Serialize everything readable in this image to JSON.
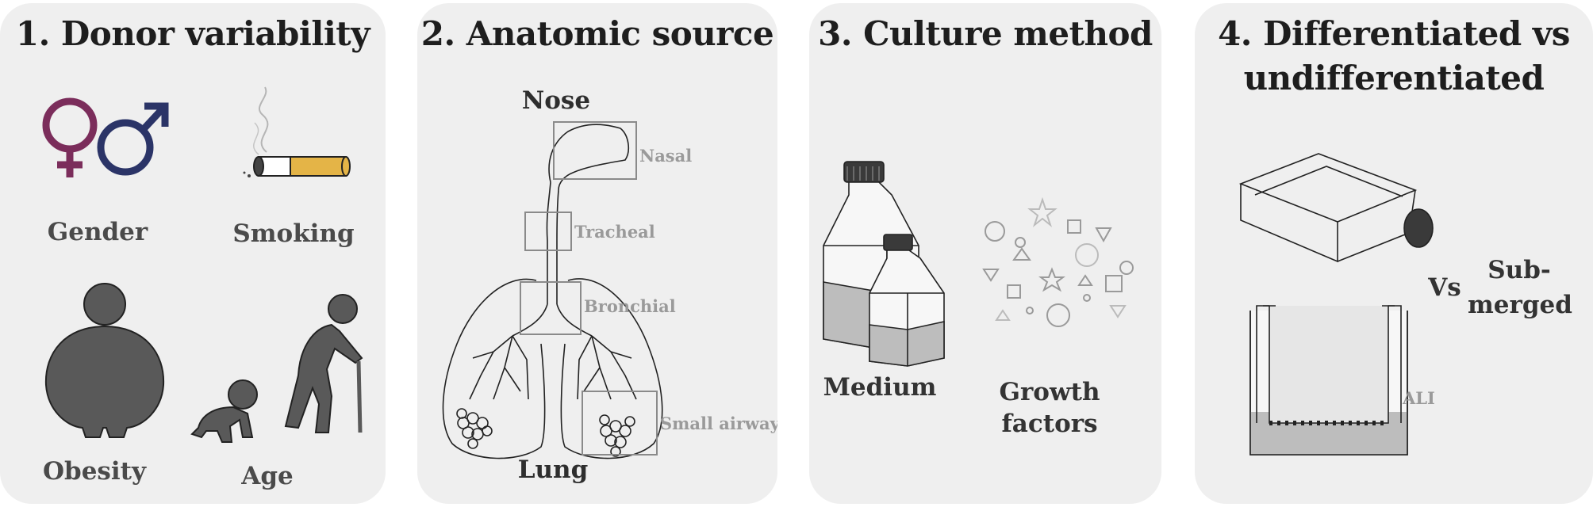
{
  "panels": [
    {
      "title": "1. Donor variability",
      "labels": {
        "gender": "Gender",
        "smoking": "Smoking",
        "obesity": "Obesity",
        "age": "Age"
      }
    },
    {
      "title": "2. Anatomic source",
      "labels": {
        "nose": "Nose",
        "lung": "Lung",
        "nasal": "Nasal",
        "tracheal": "Tracheal",
        "bronchial": "Bronchial",
        "small_airway": "Small airway"
      }
    },
    {
      "title": "3. Culture method",
      "labels": {
        "medium": "Medium",
        "growth_1": "Growth",
        "growth_2": "factors"
      }
    },
    {
      "title_1": "4. Differentiated vs",
      "title_2": "undifferentiated",
      "labels": {
        "vs": "Vs",
        "sub_1": "Sub-",
        "sub_2": "merged",
        "ali": "ALI"
      }
    }
  ],
  "colors": {
    "panel_bg": "#efefef",
    "female_symbol": "#7b2d5b",
    "male_symbol": "#2b3467",
    "cigarette_filter": "#e4b447",
    "silhouette": "#595959",
    "box_outline": "#8a8a8a"
  }
}
